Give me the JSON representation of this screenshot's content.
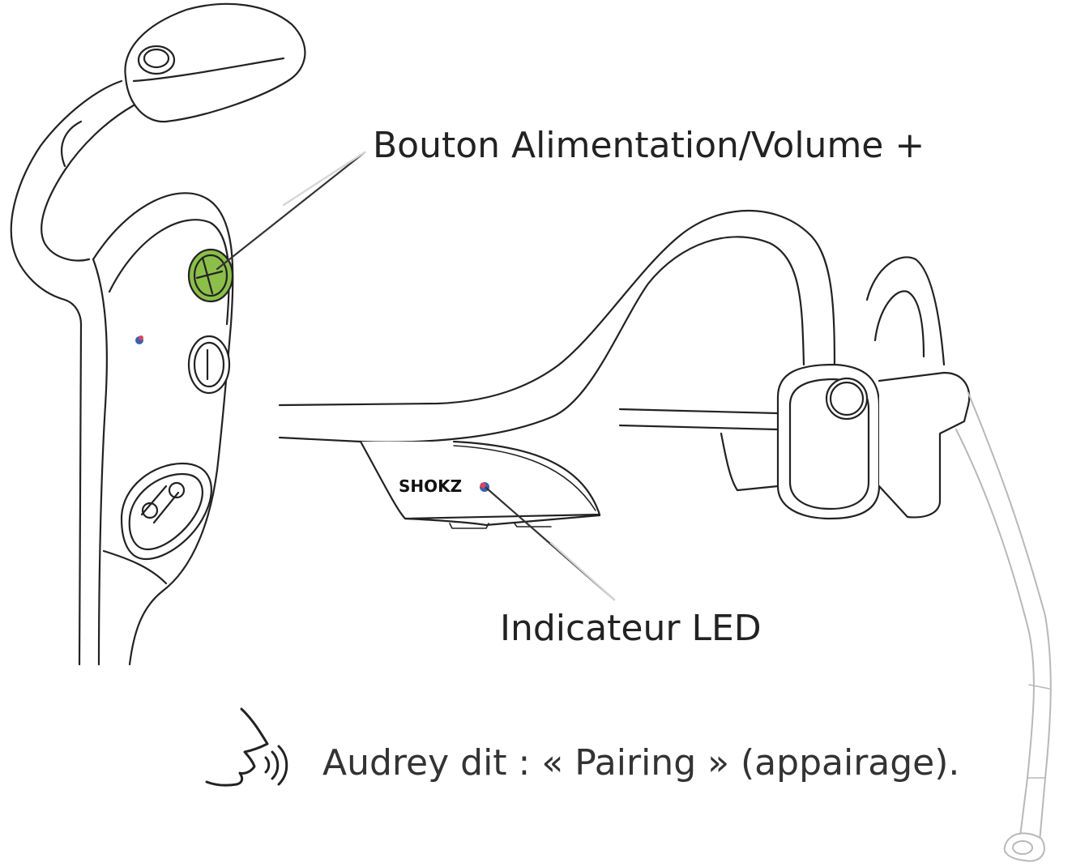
{
  "labels": {
    "power_button": "Bouton Alimentation/Volume +",
    "led_indicator": "Indicateur LED",
    "voice_prompt": "Audrey dit : « Pairing » (appairage)."
  },
  "brand": "SHOKZ",
  "icons": {
    "voice": "speaking-head-icon"
  },
  "colors": {
    "outline": "#222222",
    "power_button_fill": "#8cbf4a",
    "led_red": "#d9455f",
    "led_blue": "#3b5fb0",
    "leader_line": "#9a9a9a",
    "mic_boom": "#b8b8b8"
  }
}
